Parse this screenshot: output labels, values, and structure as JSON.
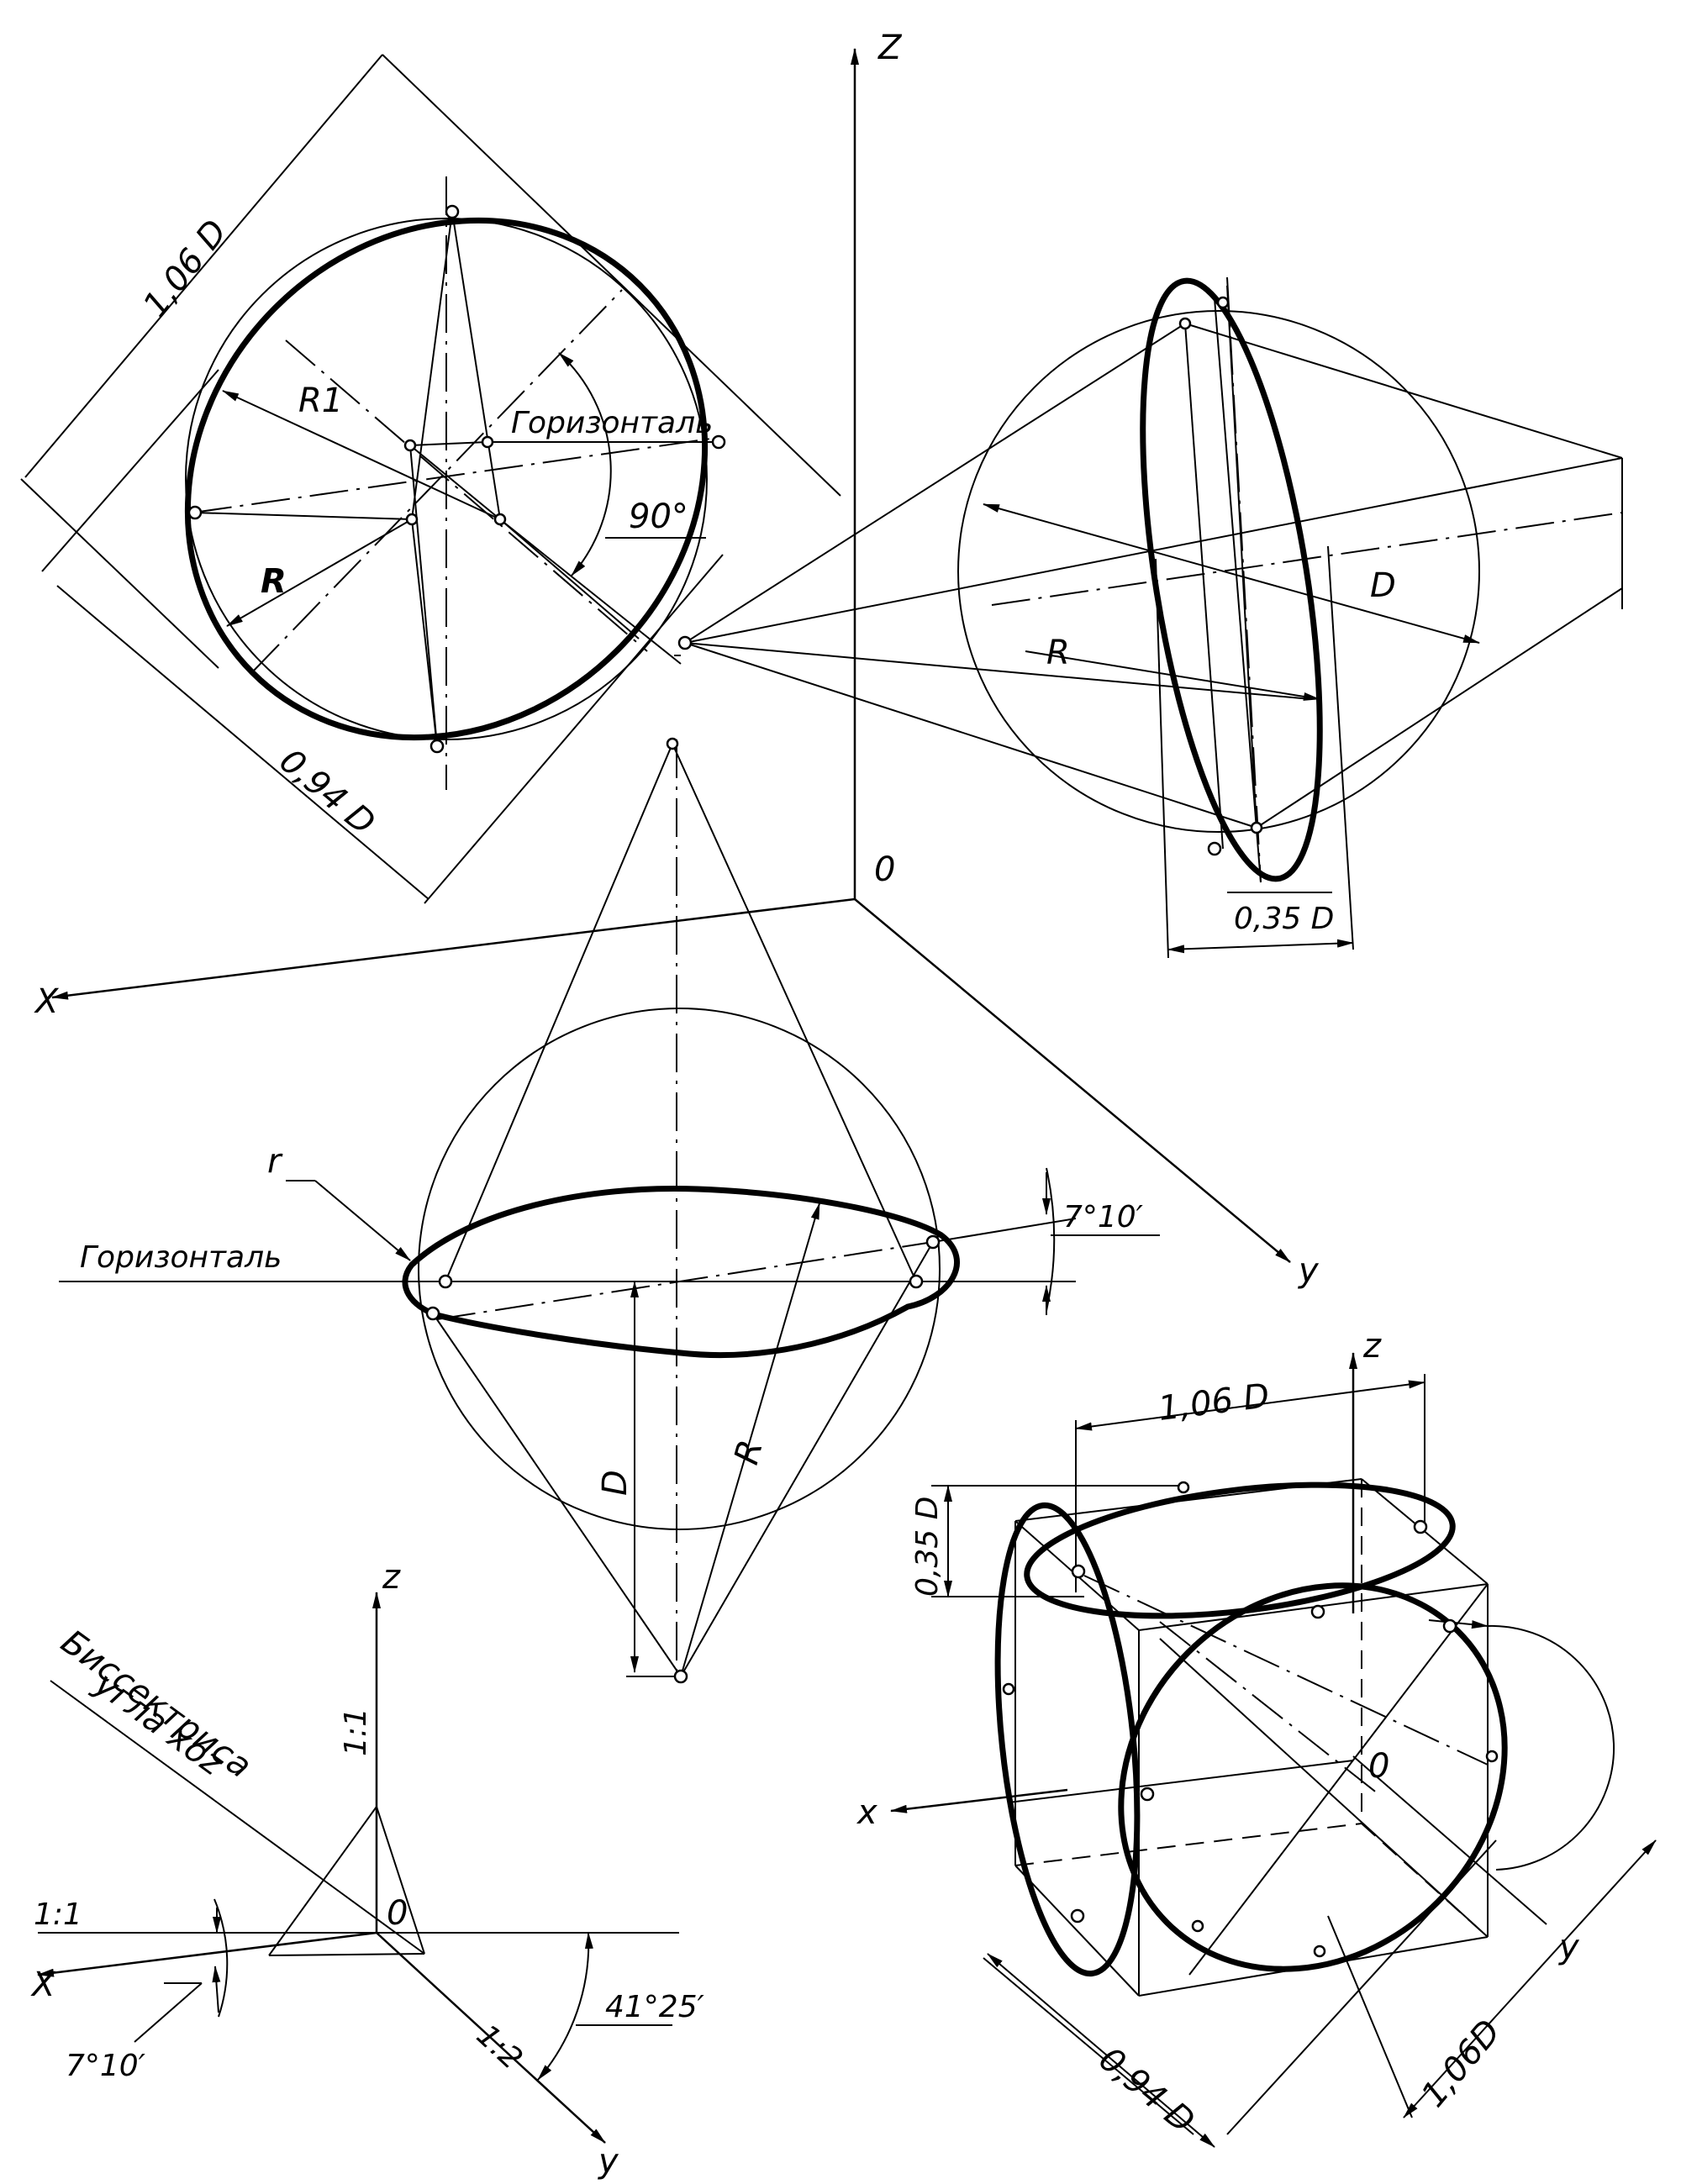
{
  "labels": {
    "axis_z_main": "Z",
    "axis_origin_main": "0",
    "axis_x_main": "X",
    "axis_y_main": "y",
    "dim_106D_top": "1,06 D",
    "dim_094D_top": "0,94 D",
    "R1": "R1",
    "R_top": "R",
    "gorizontal_top": "Горизонталь",
    "angle_90": "90°",
    "D_right": "D",
    "R_right": "R",
    "dim_035D_right": "0,35 D",
    "r_mid": "r",
    "gorizontal_mid": "Горизонталь",
    "angle_710_mid": "7°10′",
    "D_mid": "D",
    "R_mid": "R",
    "bisektrisa_1": "Биссектриса",
    "bisektrisa_2": "угла xoz",
    "small_z": "z",
    "small_x": "X",
    "small_y": "y",
    "small_0": "0",
    "ratio_11_vert": "1:1",
    "ratio_11_x": "1:1",
    "ratio_12": "1:2",
    "angle_710_small": "7°10′",
    "angle_4125": "41°25′",
    "cube_z": "z",
    "cube_x": "x",
    "cube_y": "y",
    "cube_0": "0",
    "cube_106D_top": "1,06 D",
    "cube_035D": "0,35 D",
    "cube_094D": "0,94 D",
    "cube_106D_right": "1,06D"
  }
}
